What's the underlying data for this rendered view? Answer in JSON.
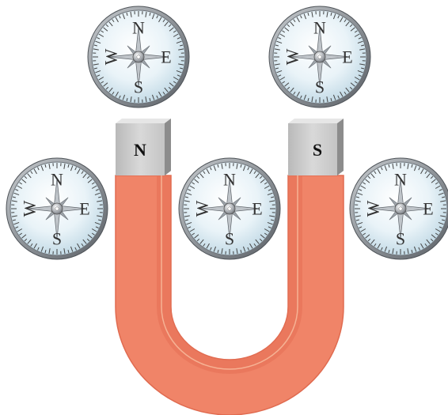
{
  "magnet": {
    "north_label": "N",
    "south_label": "S",
    "body_color": "#f08468",
    "pole_color": "#c9c9c9"
  },
  "compass_face": {
    "letters": {
      "north": "N",
      "east": "E",
      "south": "S",
      "west": "W"
    }
  },
  "compasses": [
    {
      "id": "top-left"
    },
    {
      "id": "top-right"
    },
    {
      "id": "middle-left"
    },
    {
      "id": "middle-center"
    },
    {
      "id": "middle-right"
    }
  ]
}
